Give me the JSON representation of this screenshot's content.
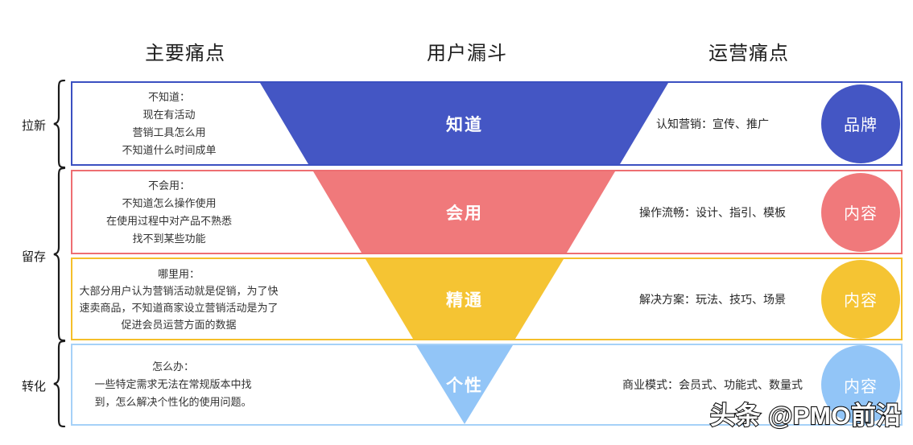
{
  "headers": [
    {
      "label": "主要痛点"
    },
    {
      "label": "用户漏斗"
    },
    {
      "label": "运营痛点"
    }
  ],
  "stage_groups": [
    {
      "label": "拉新"
    },
    {
      "label": "留存"
    },
    {
      "label": "转化"
    }
  ],
  "rows": [
    {
      "stage": "拉新",
      "pain": "不知道：\n现在有活动\n营销工具怎么用\n不知道什么时间成单",
      "funnel_label": "知道",
      "ops": "认知营销：宣传、推广",
      "tag": "品牌",
      "color": "#4456c4",
      "border_color": "#3b50c1"
    },
    {
      "stage": "留存",
      "pain": "不会用：\n不知道怎么操作使用\n在使用过程中对产品不熟悉\n找不到某些功能",
      "funnel_label": "会用",
      "ops": "操作流畅：设计、指引、模板",
      "tag": "内容",
      "color": "#f0797b",
      "border_color": "#ee6e72"
    },
    {
      "stage": "留存",
      "pain": "哪里用：\n大部分用户认为营销活动就是促销，为了快\n速卖商品，不知道商家设立营销活动是为了\n促进会员运营方面的数据",
      "funnel_label": "精通",
      "ops": "解决方案：玩法、技巧、场景",
      "tag": "内容",
      "color": "#f5c433",
      "border_color": "#f5bf2a"
    },
    {
      "stage": "转化",
      "pain": "怎么办：\n一些特定需求无法在常规版本中找\n到，怎么解决个性化的使用问题。",
      "funnel_label": "个性",
      "ops": "商业模式：会员式、功能式、数量式",
      "tag": "内容",
      "color": "#92c5f7",
      "border_color": "#a6d1f8"
    }
  ],
  "watermark": "头条 @PMO前沿"
}
